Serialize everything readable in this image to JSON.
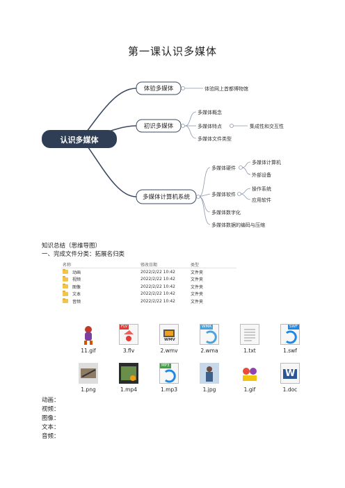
{
  "title": "第一课认识多媒体",
  "mindmap": {
    "root": "认识多媒体",
    "branches": [
      {
        "label": "体验多媒体",
        "children": [
          "体验网上首都博物馆"
        ]
      },
      {
        "label": "初识多媒体",
        "children": [
          "多媒体概念",
          "多媒体特点",
          "多媒体文件类型"
        ],
        "sub": "集成性和交互性"
      },
      {
        "label": "多媒体计算机系统",
        "children": [
          "多媒体硬件",
          "多媒体软件",
          "多媒体数字化",
          "多媒体数据的编码与压缩"
        ],
        "hardware": [
          "多媒体计算机",
          "外部设备"
        ],
        "software": [
          "操作系统",
          "应用软件"
        ]
      }
    ]
  },
  "summary_label": "知识总结（思维导图）",
  "section_one": "一、完成文件分类：拓展名归类",
  "explorer": {
    "headers": [
      "名称",
      "修改日期",
      "类型"
    ],
    "rows": [
      {
        "name": "动画",
        "date": "2022/2/22 10:42",
        "type": "文件夹"
      },
      {
        "name": "视频",
        "date": "2022/2/22 10:42",
        "type": "文件夹"
      },
      {
        "name": "图像",
        "date": "2022/2/22 10:42",
        "type": "文件夹"
      },
      {
        "name": "文本",
        "date": "2022/2/22 10:42",
        "type": "文件夹"
      },
      {
        "name": "音频",
        "date": "2022/2/22 10:42",
        "type": "文件夹"
      }
    ]
  },
  "files": [
    {
      "name": "11.gif",
      "icon": "gif-character-icon",
      "tag": ""
    },
    {
      "name": "3.flv",
      "icon": "flv-file-icon",
      "tag": "FLV"
    },
    {
      "name": "2.wmv",
      "icon": "wmv-file-icon",
      "tag": "WMV"
    },
    {
      "name": "2.wma",
      "icon": "wma-file-icon",
      "tag": "WMA"
    },
    {
      "name": "1.txt",
      "icon": "txt-file-icon",
      "tag": ""
    },
    {
      "name": "1.swf",
      "icon": "swf-file-icon",
      "tag": "SWF"
    },
    {
      "name": "1.png",
      "icon": "png-image-icon",
      "tag": ""
    },
    {
      "name": "1.mp4",
      "icon": "mp4-video-icon",
      "tag": ""
    },
    {
      "name": "1.mp3",
      "icon": "mp3-file-icon",
      "tag": "MP3"
    },
    {
      "name": "1.jpg",
      "icon": "jpg-image-icon",
      "tag": ""
    },
    {
      "name": "1.gif",
      "icon": "gif-image-icon",
      "tag": ""
    },
    {
      "name": "1.doc",
      "icon": "word-doc-icon",
      "tag": "W"
    }
  ],
  "categories": [
    "动画：",
    "视频：",
    "图像：",
    "文本：",
    "音频："
  ],
  "colors": {
    "root": "#2f3e55",
    "line": "#3b4a63",
    "flv": "#e53935",
    "wma": "#4aa3df",
    "swf": "#1e88e5",
    "mp3": "#43a047",
    "word": "#2b5797"
  }
}
